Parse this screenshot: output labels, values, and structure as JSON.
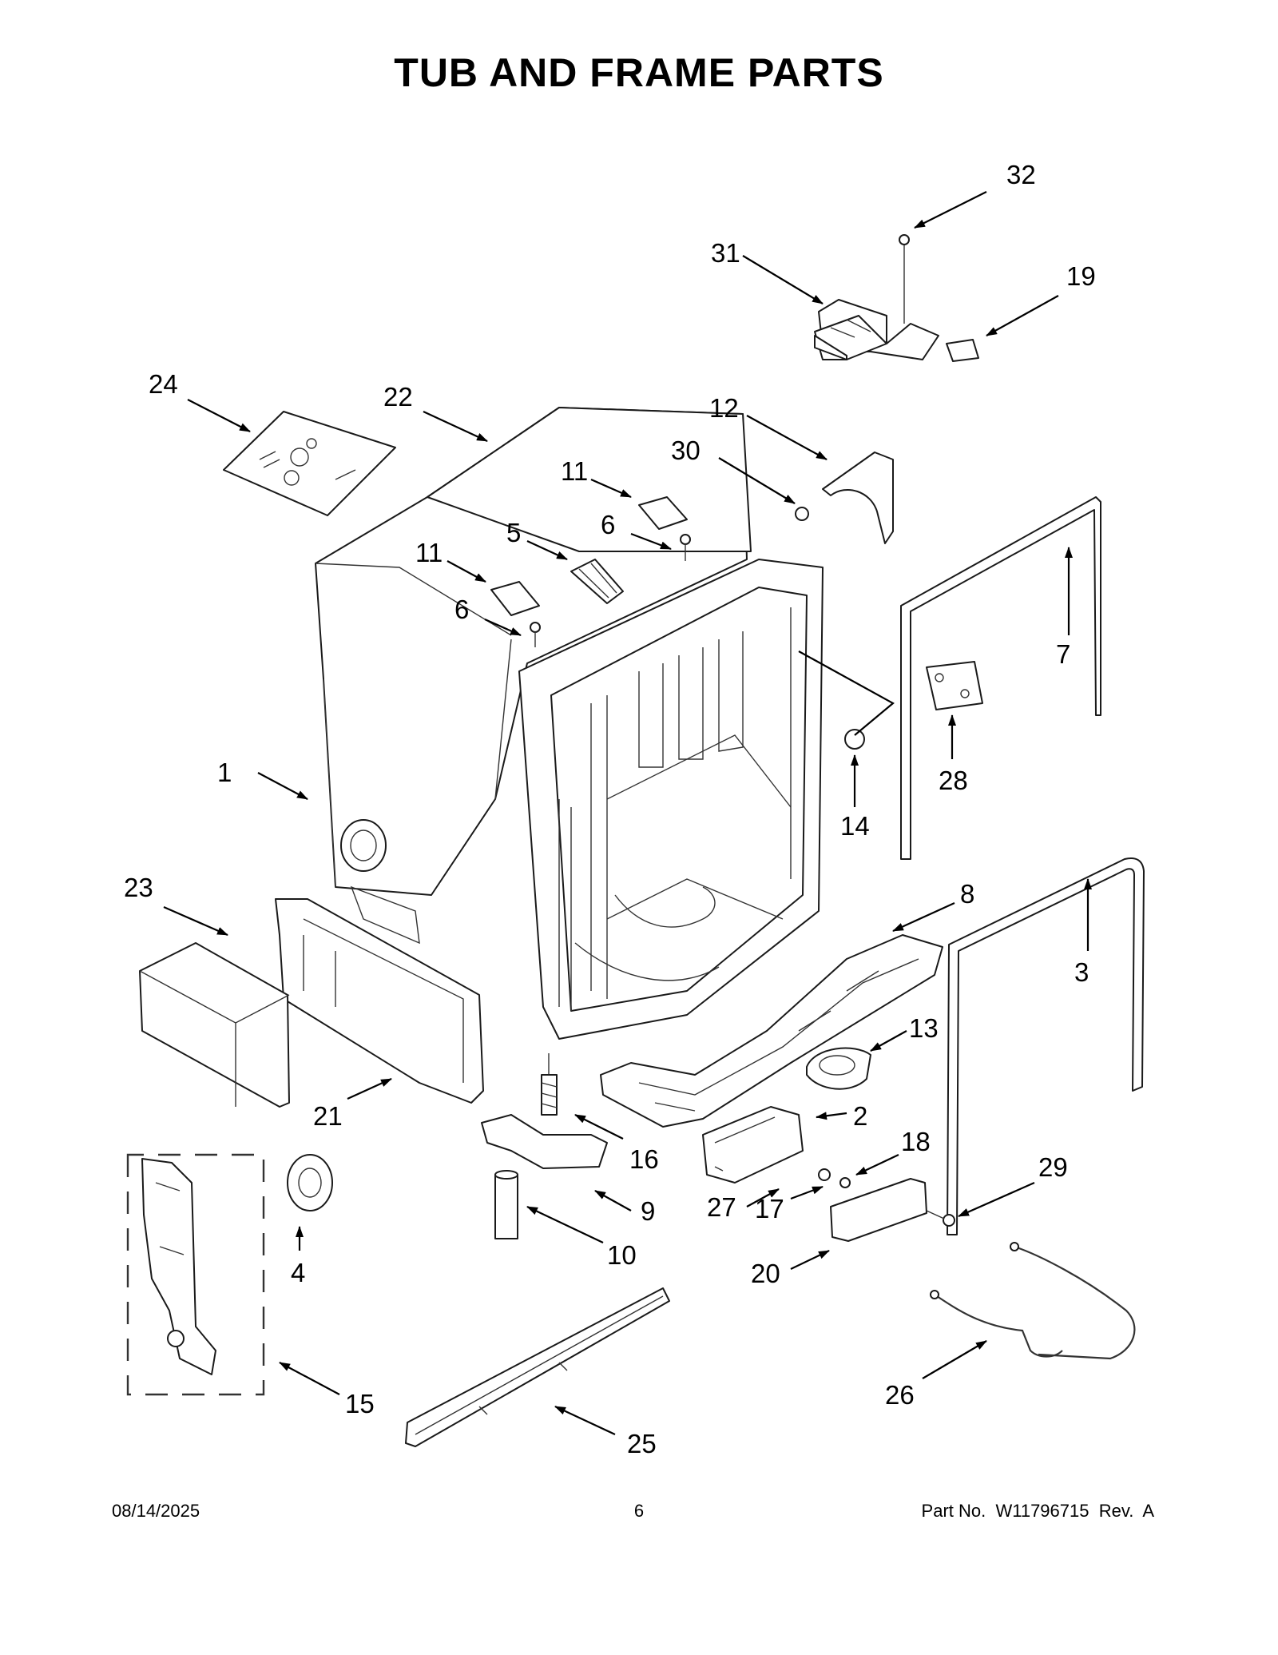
{
  "title": "TUB AND FRAME PARTS",
  "callouts": [
    "1",
    "2",
    "3",
    "4",
    "5",
    "6",
    "7",
    "8",
    "9",
    "10",
    "11",
    "12",
    "13",
    "14",
    "15",
    "16",
    "17",
    "18",
    "19",
    "20",
    "21",
    "22",
    "23",
    "24",
    "25",
    "26",
    "27",
    "28",
    "29",
    "30",
    "31",
    "32"
  ],
  "footer": {
    "date": "08/14/2025",
    "page": "6",
    "part_no": "Part No.  W11796715  Rev.  A"
  }
}
